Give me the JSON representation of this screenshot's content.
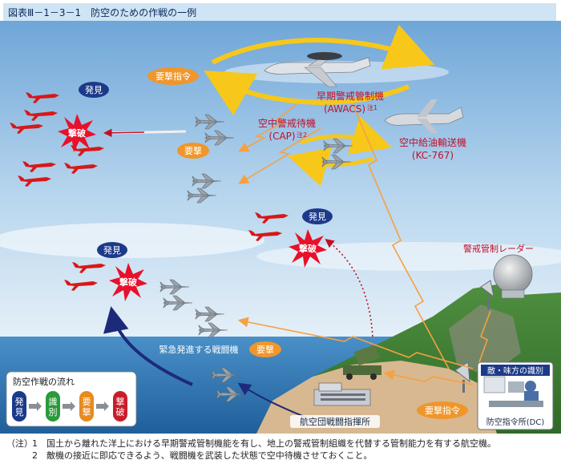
{
  "title": "図表Ⅲ－1－3－1　防空のための作戦の一例",
  "labels": {
    "awacs_line1": "早期警戒管制機",
    "awacs_line2": "(AWACS)",
    "awacs_note": "注1",
    "cap_line1": "空中警戒待機",
    "cap_line2": "(CAP)",
    "cap_note": "注2",
    "kc_line1": "空中給油輸送機",
    "kc_line2": "(KC-767)",
    "radar": "警戒管制レーダー",
    "scramble_fighters": "緊急発進する戦闘機",
    "hq": "航空団戦闘指揮所",
    "dc": "防空指令所(DC)",
    "iff": "敵・味方の識別"
  },
  "badges": {
    "intercept_order": "要撃指令",
    "intercept": "要撃",
    "discover": "発見",
    "destroy": "撃破"
  },
  "flow": {
    "title": "防空作戦の流れ",
    "steps": [
      "発見",
      "識別",
      "要撃",
      "撃破"
    ]
  },
  "notes": {
    "lead": "（注）",
    "items": [
      {
        "num": "1",
        "text": "国土から離れた洋上における早期警戒管制機能を有し、地上の警戒管制組織を代替する管制能力を有する航空機。"
      },
      {
        "num": "2",
        "text": "敵機の接近に即応できるよう、戦闘機を武装した状態で空中待機させておくこと。"
      }
    ]
  },
  "colors": {
    "enemy": "#d81818",
    "badge_orange": "#f0962a",
    "badge_navy": "#1d3a8a",
    "label_red": "#c0102a",
    "path_orange": "#f7a040",
    "path_navy": "#1d2a7a",
    "flow_step_colors": [
      "#1a3a8a",
      "#2a9a3a",
      "#e88a20",
      "#c81e2a"
    ]
  }
}
